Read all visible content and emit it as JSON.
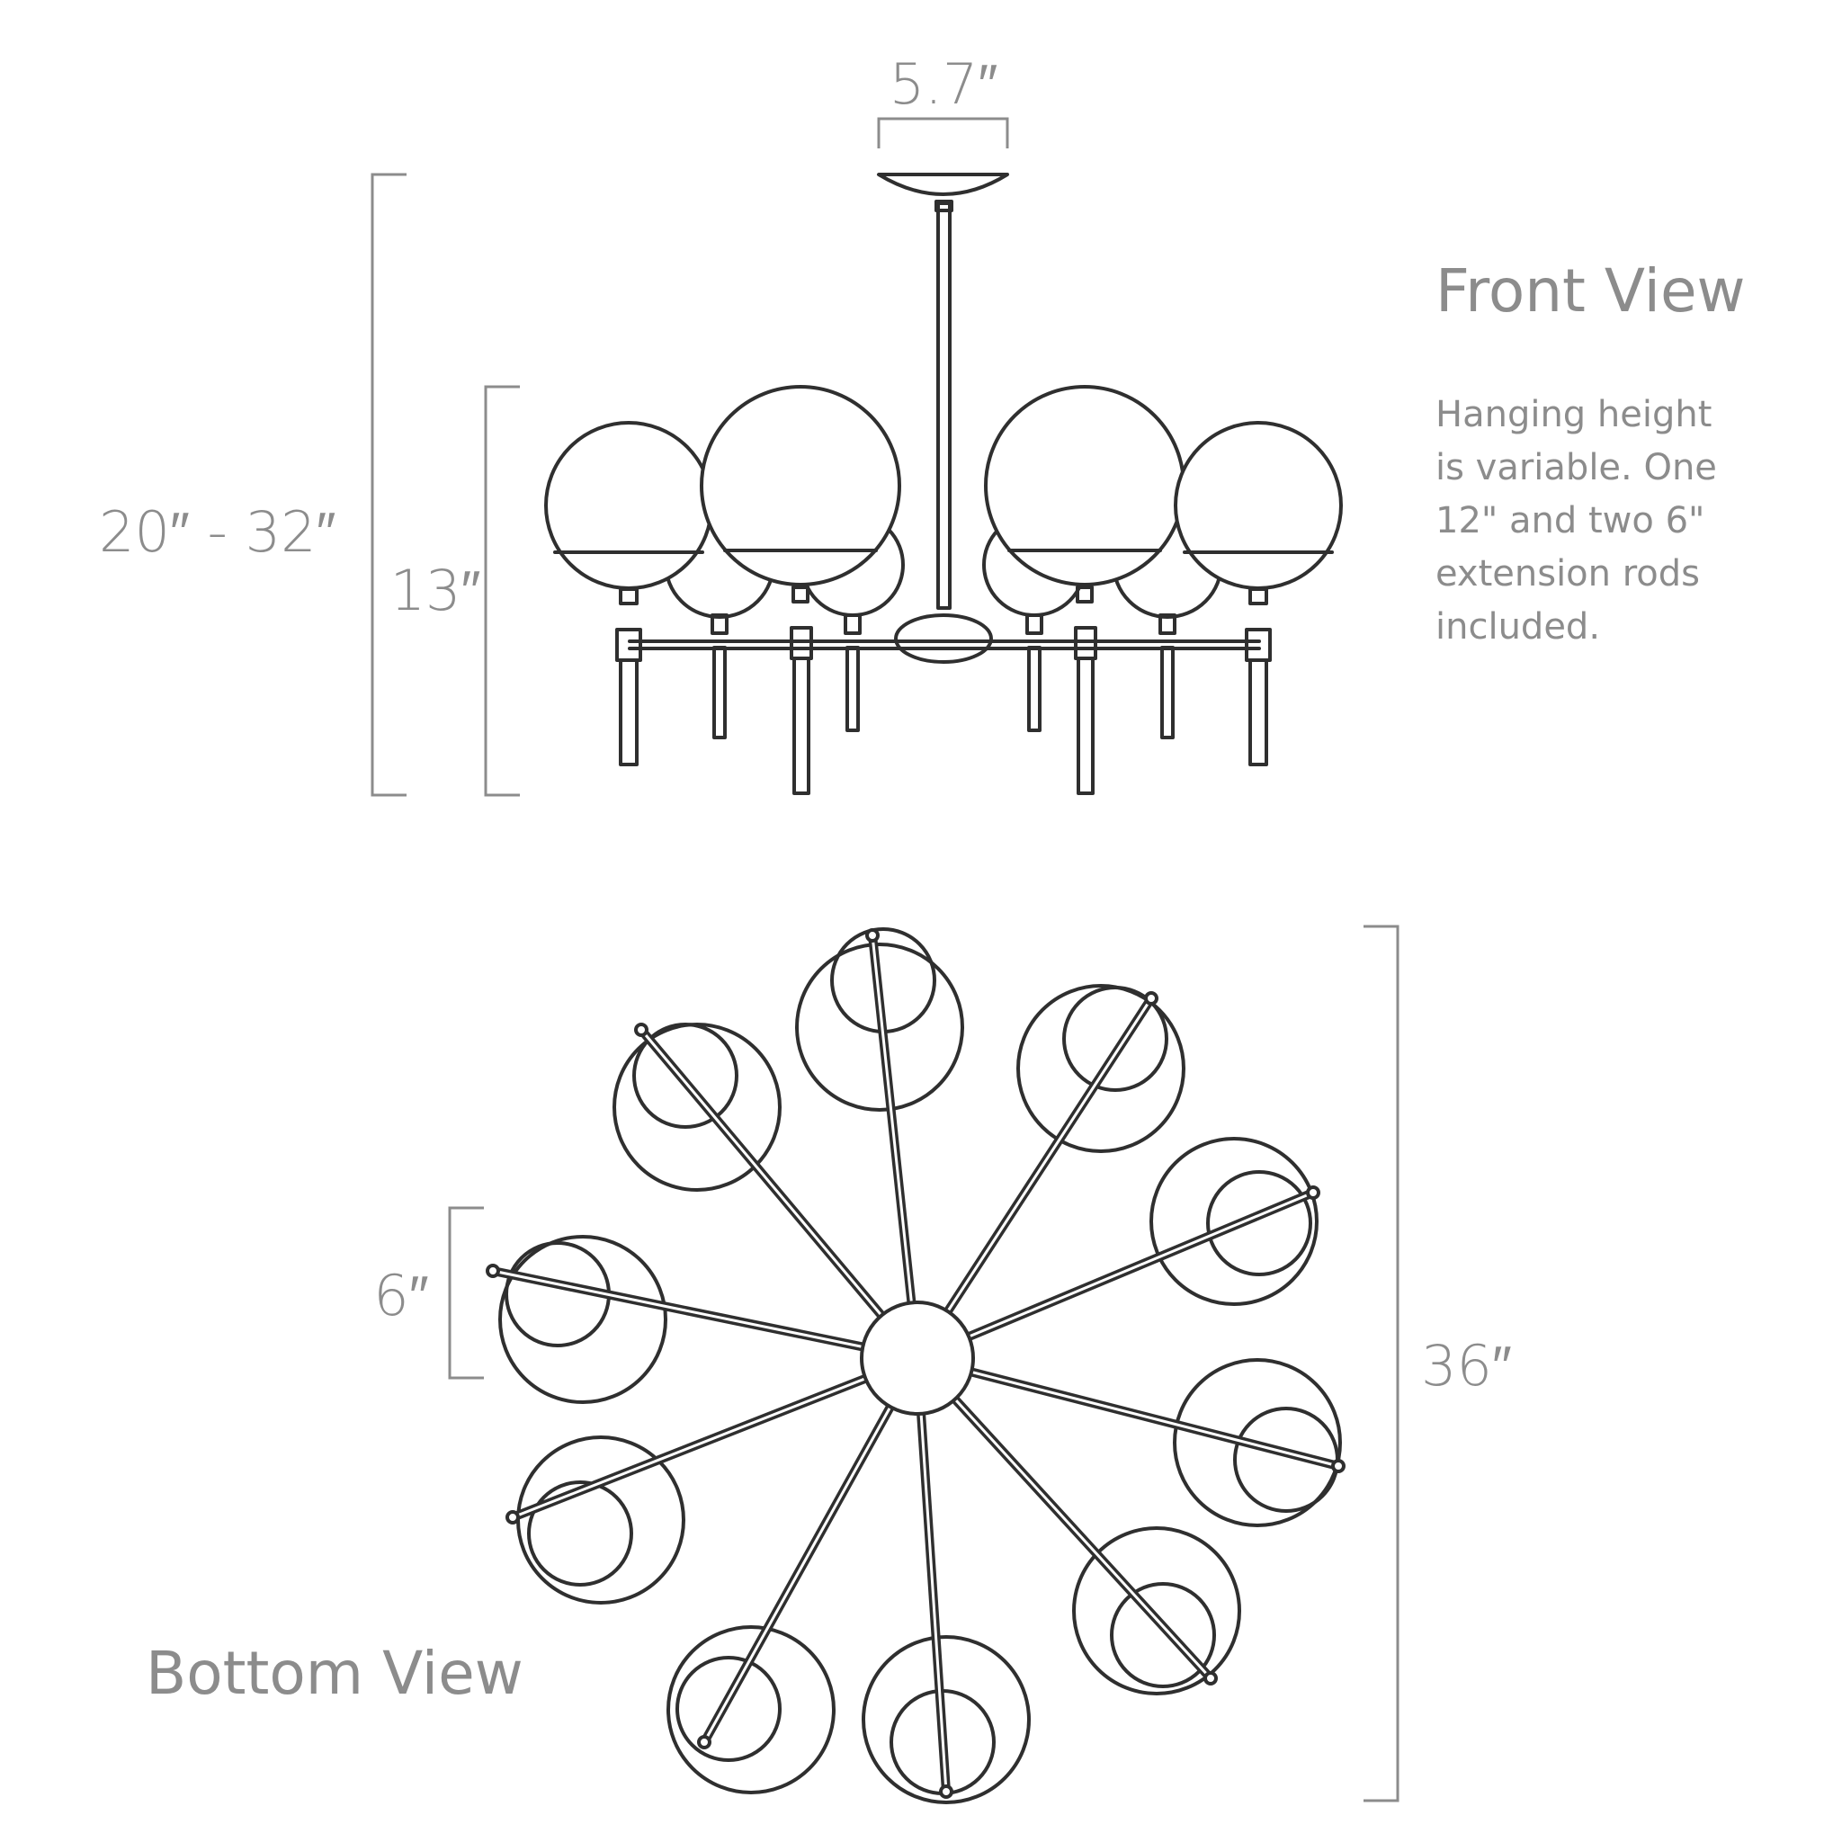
{
  "front_view": {
    "title": "Front View",
    "note_lines": [
      "Hanging height",
      "is variable. One",
      "12\" and two 6\"",
      "extension rods",
      "included."
    ],
    "dimensions": {
      "canopy_width": "5.7″",
      "overall_height": "20″ - 32″",
      "body_height": "13″"
    }
  },
  "bottom_view": {
    "title": "Bottom View",
    "dimensions": {
      "globe_diameter": "6″",
      "overall_width": "36″"
    }
  },
  "colors": {
    "line": "#2f2f2f",
    "dimension": "#8c8c8c"
  }
}
